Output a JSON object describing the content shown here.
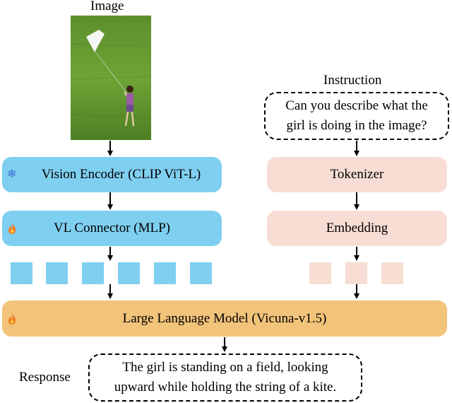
{
  "image_section": {
    "title": "Image"
  },
  "instruction_section": {
    "title": "Instruction",
    "line1": "Can you describe what the",
    "line2": "girl is doing in the image?"
  },
  "left_column": {
    "vision_encoder_label": "Vision Encoder (CLIP ViT-L)",
    "connector_label": "VL Connector (MLP)"
  },
  "right_column": {
    "tokenizer_label": "Tokenizer",
    "embedding_label": "Embedding"
  },
  "llm": {
    "label": "Large Language Model (Vicuna-v1.5)"
  },
  "response": {
    "title": "Response",
    "line1": "The girl is standing on a field, looking",
    "line2": "upward while holding the string of a kite."
  },
  "icons": {
    "frozen": "snowflake-icon",
    "trainable": "fire-icon"
  },
  "colors": {
    "encoder_blue": "#7fcff0",
    "text_peach": "#f7ddd3",
    "llm_orange": "#f2c37a"
  }
}
